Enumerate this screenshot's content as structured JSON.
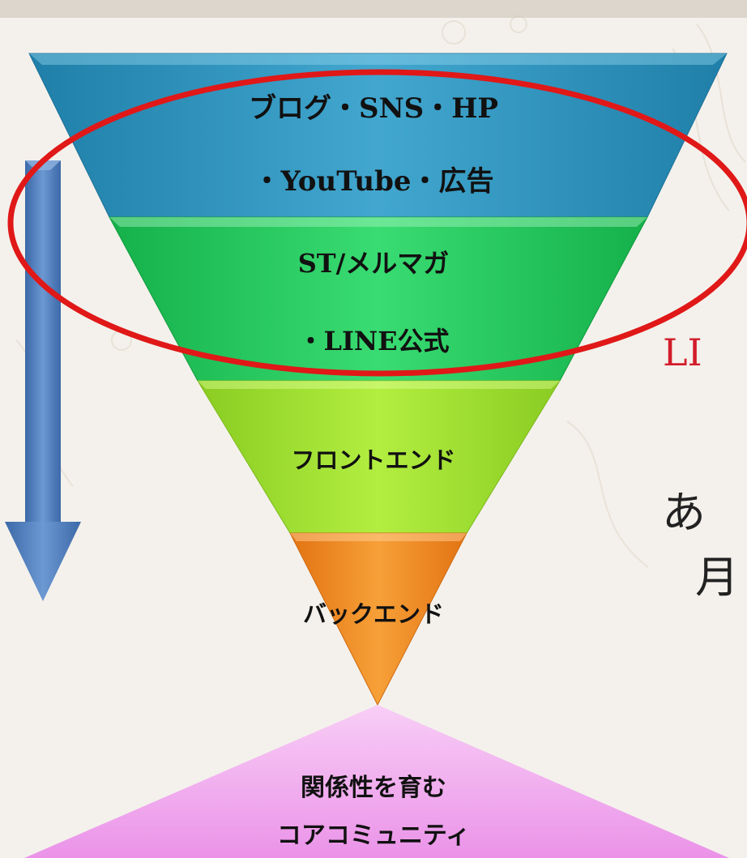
{
  "funnel": {
    "tier1": {
      "line1": "ブログ・SNS・HP",
      "line2": "・YouTube・広告"
    },
    "tier2": {
      "line1": "ST/メルマガ",
      "line2": "・LINE公式"
    },
    "tier3": {
      "label": "フロントエンド"
    },
    "tier4": {
      "label": "バックエンド"
    }
  },
  "core": {
    "line1": "関係性を育む",
    "line2": "コアコミュニティ"
  },
  "side_text": {
    "red": "LI",
    "black1": "あ",
    "black2": "月"
  },
  "colors": {
    "tier1": "#3aa0c8",
    "tier2": "#2fd267",
    "tier3": "#a8e638",
    "tier4": "#f08f2a",
    "core": "#f0a0ee",
    "arrow": "#4a79b6",
    "highlight_ellipse": "#e01818",
    "side_red": "#d21c2a"
  },
  "icons": {
    "arrow": "down-arrow-icon"
  }
}
